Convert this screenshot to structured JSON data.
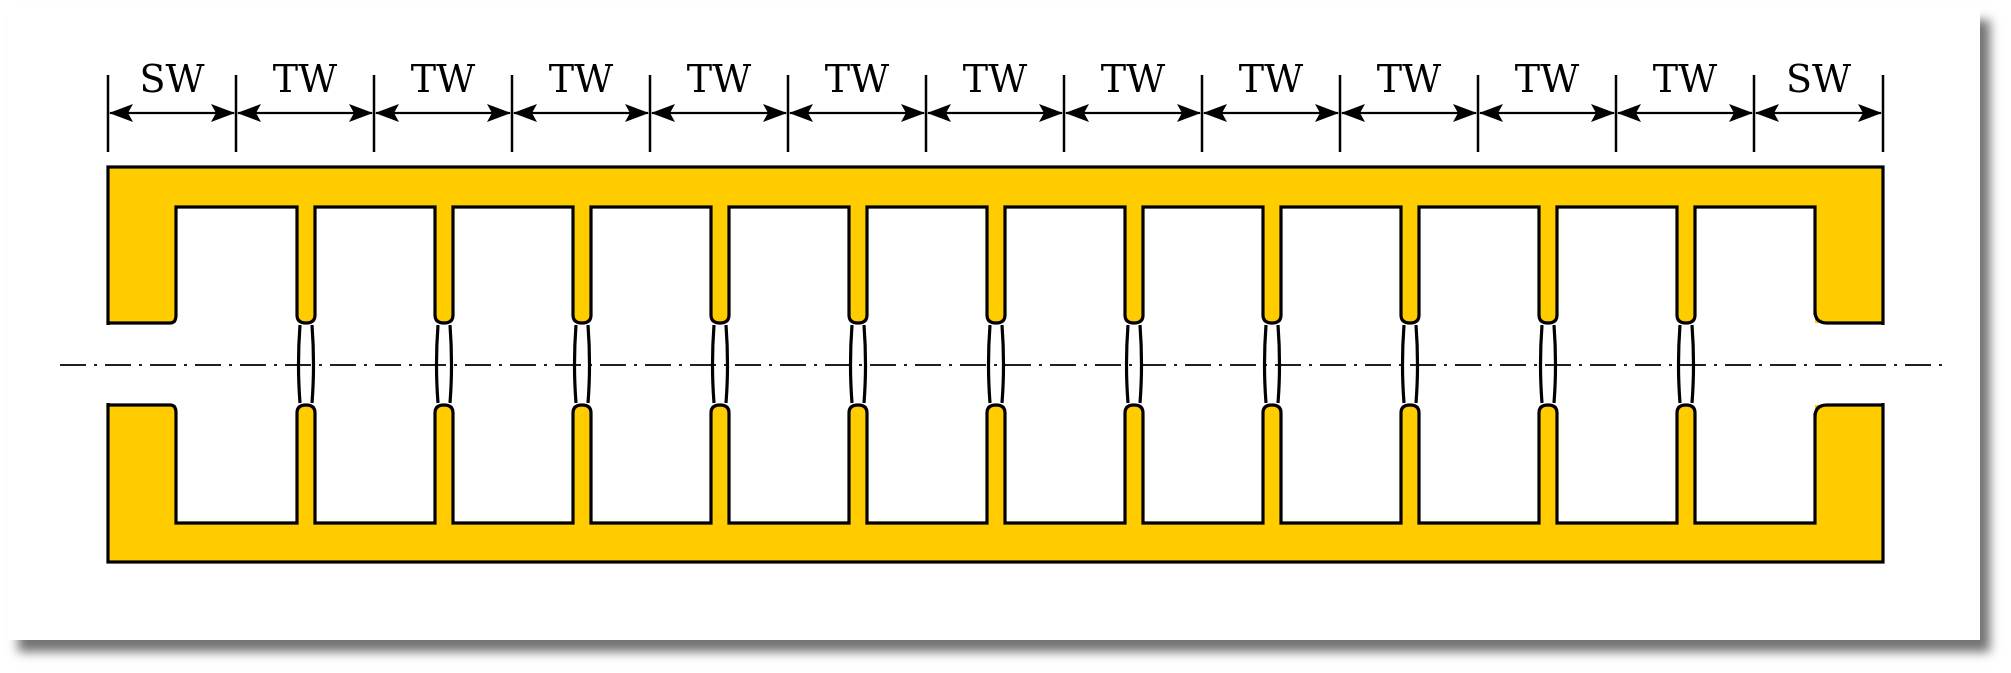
{
  "colors": {
    "metal": "#FFCC00",
    "outline": "#000000",
    "background": "#FFFFFF"
  },
  "diagram": {
    "segments": [
      {
        "label": "SW"
      },
      {
        "label": "TW"
      },
      {
        "label": "TW"
      },
      {
        "label": "TW"
      },
      {
        "label": "TW"
      },
      {
        "label": "TW"
      },
      {
        "label": "TW"
      },
      {
        "label": "TW"
      },
      {
        "label": "TW"
      },
      {
        "label": "TW"
      },
      {
        "label": "TW"
      },
      {
        "label": "TW"
      },
      {
        "label": "SW"
      }
    ],
    "cavity_count": 12,
    "centerline_style": "dash-dot"
  }
}
